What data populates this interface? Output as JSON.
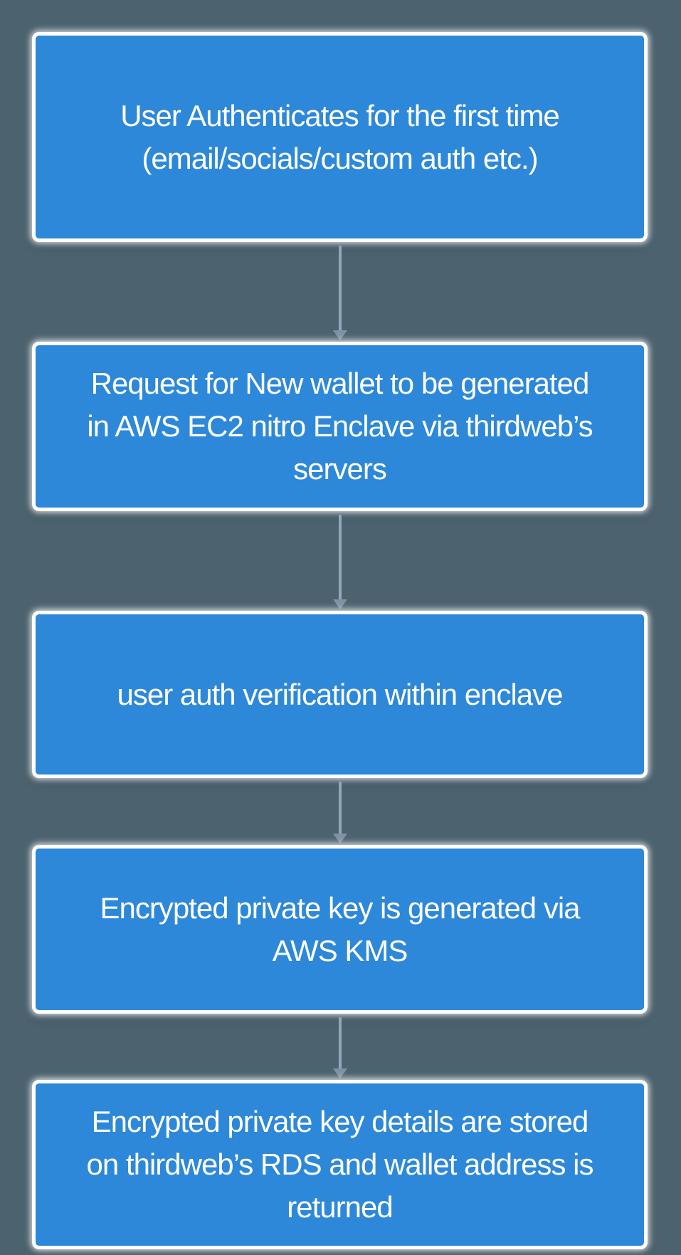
{
  "colors": {
    "background": "#4C636F",
    "node_fill": "#2D88D9",
    "node_border": "#FFFFFF",
    "node_text": "#FFFFFF",
    "arrow_line": "#93A7BA",
    "arrow_head": "#7E92A5"
  },
  "flowchart": {
    "type": "flowchart",
    "direction": "top-down",
    "nodes": [
      {
        "id": "user-authenticates",
        "text": "User Authenticates for the first time (email/socials/custom auth etc.)",
        "lines": [
          "User Authenticates for the first time",
          "(email/socials/custom auth etc.)"
        ]
      },
      {
        "id": "request-new-wallet",
        "text": "Request for New wallet to be generated in AWS EC2 nitro Enclave via thirdweb’s servers",
        "lines": [
          "Request for New wallet to be generated",
          "in AWS EC2 nitro Enclave via thirdweb’s",
          "servers"
        ]
      },
      {
        "id": "user-auth-verification",
        "text": "user auth verification within enclave",
        "lines": [
          "user auth verification within enclave"
        ]
      },
      {
        "id": "encrypted-key-generated",
        "text": "Encrypted private key is generated via AWS KMS",
        "lines": [
          "Encrypted private key is generated via",
          "AWS KMS"
        ]
      },
      {
        "id": "encrypted-key-stored",
        "text": "Encrypted private key details are stored on thirdweb’s RDS and wallet address is returned",
        "lines": [
          "Encrypted private key details are stored",
          "on thirdweb’s RDS and wallet address is",
          "returned"
        ]
      }
    ],
    "connectors": [
      {
        "from": "user-authenticates",
        "to": "request-new-wallet"
      },
      {
        "from": "request-new-wallet",
        "to": "user-auth-verification"
      },
      {
        "from": "user-auth-verification",
        "to": "encrypted-key-generated"
      },
      {
        "from": "encrypted-key-generated",
        "to": "encrypted-key-stored"
      }
    ]
  }
}
